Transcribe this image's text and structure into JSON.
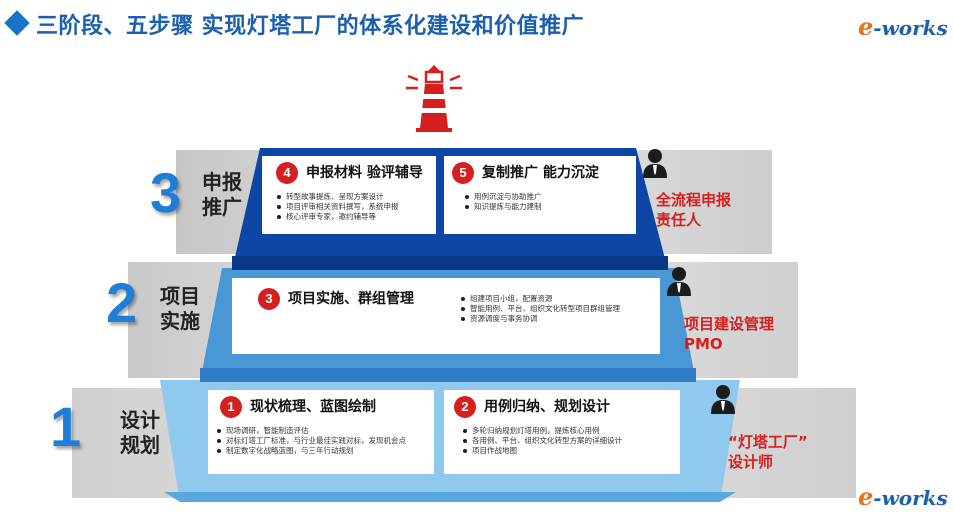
{
  "header": {
    "title": "三阶段、五步骤 实现灯塔工厂的体系化建设和价值推广"
  },
  "brand": {
    "e": "e",
    "rest": "-works"
  },
  "stages": [
    {
      "number": "1",
      "label_line1": "设计",
      "label_line2": "规划"
    },
    {
      "number": "2",
      "label_line1": "项目",
      "label_line2": "实施"
    },
    {
      "number": "3",
      "label_line1": "申报",
      "label_line2": "推广"
    }
  ],
  "cards": {
    "c1": {
      "num": "1",
      "title": "现状梳理、蓝图绘制",
      "items": [
        "现场调研，智能制造评估",
        "对标灯塔工厂标准，与行业最佳实践对标，发现机会点",
        "制定数字化战略蓝图，与三年行动规划"
      ]
    },
    "c2": {
      "num": "2",
      "title": "用例归纳、规划设计",
      "items": [
        "多轮归纳规划灯塔用例，提炼核心用例",
        "各用例、平台、组织文化转型方案的详细设计",
        "项目作战地图"
      ]
    },
    "c3": {
      "num": "3",
      "title": "项目实施、群组管理",
      "items": [
        "组建项目小组，配置资源",
        "智能用例、平台、组织文化转型项目群组管理",
        "资源调度与事务协调"
      ]
    },
    "c4": {
      "num": "4",
      "title": "申报材料 验评辅导",
      "items": [
        "转型故事提炼、呈现方案设计",
        "项目评审相关资料撰写，系统申报",
        "核心评审专家，邀约辅导等"
      ]
    },
    "c5": {
      "num": "5",
      "title": "复制推广 能力沉淀",
      "items": [
        "用例沉淀与协助推广",
        "知识提炼与能力建制"
      ]
    }
  },
  "roles": {
    "r1": {
      "line1": "“灯塔工厂”",
      "line2": "设计师"
    },
    "r2": {
      "line1": "项目建设管理",
      "line2": "PMO"
    },
    "r3": {
      "line1": "全流程申报",
      "line2": "责任人"
    }
  },
  "colors": {
    "accent": "#1b5fae",
    "badge": "#d62020",
    "role": "#d61e1e",
    "stage1": "#8fc9ee",
    "stage2": "#4a97d6",
    "stage3": "#0d46a5"
  }
}
